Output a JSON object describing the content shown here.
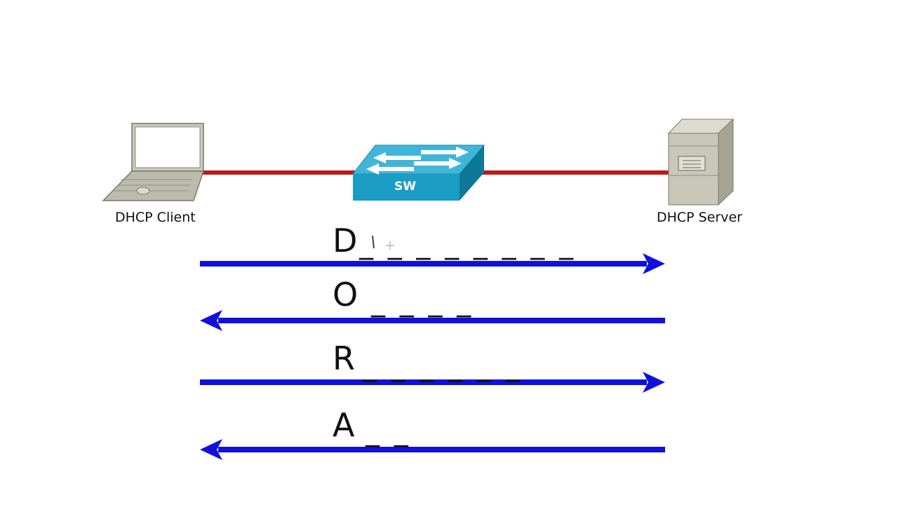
{
  "devices": {
    "client": {
      "label": "DHCP Client",
      "icon": "laptop-icon"
    },
    "switch": {
      "label": "SW",
      "icon": "switch-icon"
    },
    "server": {
      "label": "DHCP Server",
      "icon": "server-icon"
    }
  },
  "messages": [
    {
      "letter": "D",
      "blanks": "_ _ _ _ _ _ _ _",
      "direction": "client-to-server"
    },
    {
      "letter": "O",
      "blanks": "_ _ _ _",
      "direction": "server-to-client"
    },
    {
      "letter": "R",
      "blanks": "_ _ _ _ _ _",
      "direction": "client-to-server"
    },
    {
      "letter": "A",
      "blanks": "_ _",
      "direction": "server-to-client"
    }
  ],
  "colors": {
    "link": "#b71c1c",
    "arrow": "#1010dd",
    "switch_top": "#3fb6d8",
    "switch_front": "#1a9cc4",
    "switch_side": "#0f7899",
    "device_gray": "#c9c7b8"
  }
}
